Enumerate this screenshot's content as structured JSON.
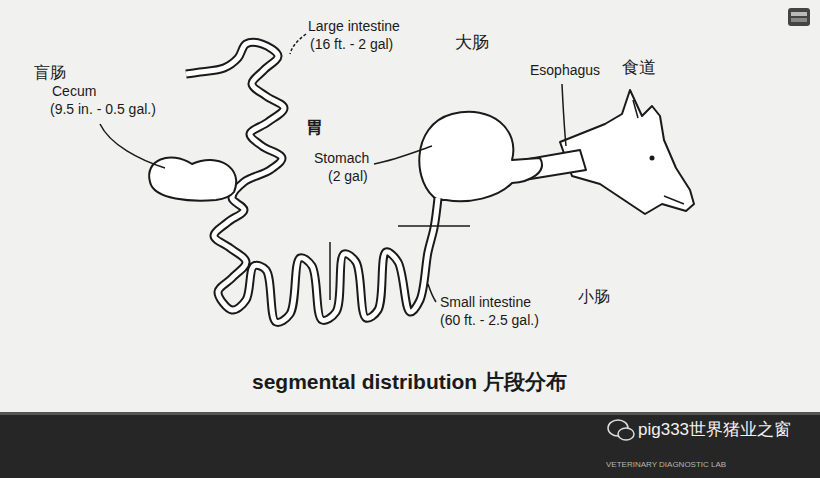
{
  "diagram": {
    "caption": "segmental distribution 片段分布",
    "labels": [
      "Large intestine",
      "(16 ft. - 2 gal)",
      "大肠",
      "盲肠",
      "Cecum",
      "(9.5 in. - 0.5 gal.)",
      "胃",
      "Stomach",
      "(2 gal)",
      "Esophagus",
      "食道",
      "Small intestine",
      "(60 ft. - 2.5 gal.)",
      "小肠",
      "pig333世界猪业之窗",
      "VETERINARY DIAGNOSTIC LAB"
    ]
  }
}
